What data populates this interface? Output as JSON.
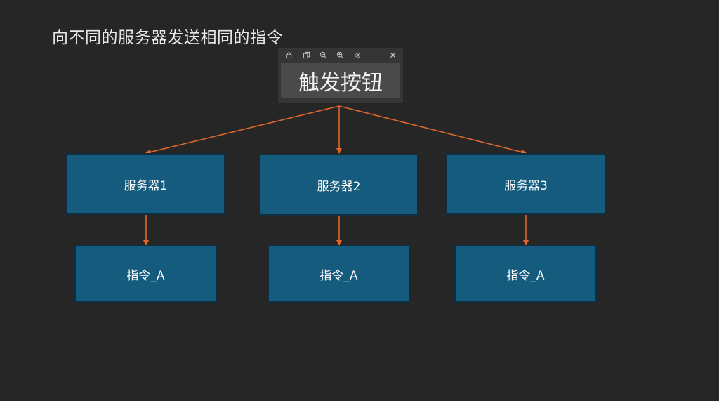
{
  "diagram": {
    "title": "向不同的服务器发送相同的指令",
    "trigger": {
      "label": "触发按钮",
      "toolbar_icons": [
        "lock-icon",
        "copy-icon",
        "zoom-out-icon",
        "zoom-in-icon",
        "settings-icon",
        "close-icon"
      ]
    },
    "servers": [
      {
        "label": "服务器1",
        "command": "指令_A"
      },
      {
        "label": "服务器2",
        "command": "指令_A"
      },
      {
        "label": "服务器3",
        "command": "指令_A"
      }
    ],
    "colors": {
      "background": "#262626",
      "node_fill": "#155b7d",
      "node_border": "#0f2e40",
      "arrow": "#e0662c",
      "trigger_panel": "#353535",
      "trigger_button": "#4a4a4a"
    }
  }
}
